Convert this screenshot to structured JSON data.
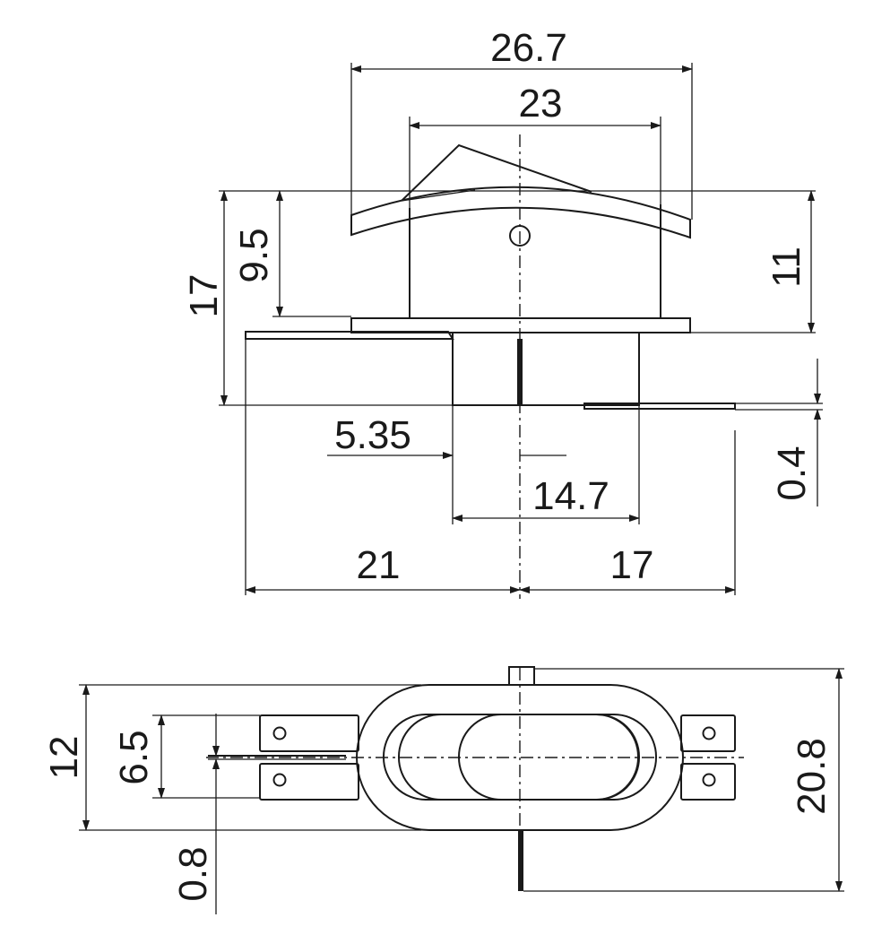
{
  "dimensions": {
    "top_view": {
      "overall_rocker_width": "26.7",
      "body_width": "23",
      "total_height": "17",
      "height_above_flange": "9.5",
      "right_height": "11",
      "terminal_offset": "5.35",
      "base_width": "14.7",
      "terminal_thickness": "0.4",
      "left_extent": "21",
      "right_extent": "17"
    },
    "bottom_view": {
      "height_left": "12",
      "terminal_pitch": "6.5",
      "tab_thickness": "0.8",
      "overall_height": "20.8"
    }
  },
  "colors": {
    "line": "#1a1a1a",
    "background": "#ffffff"
  }
}
